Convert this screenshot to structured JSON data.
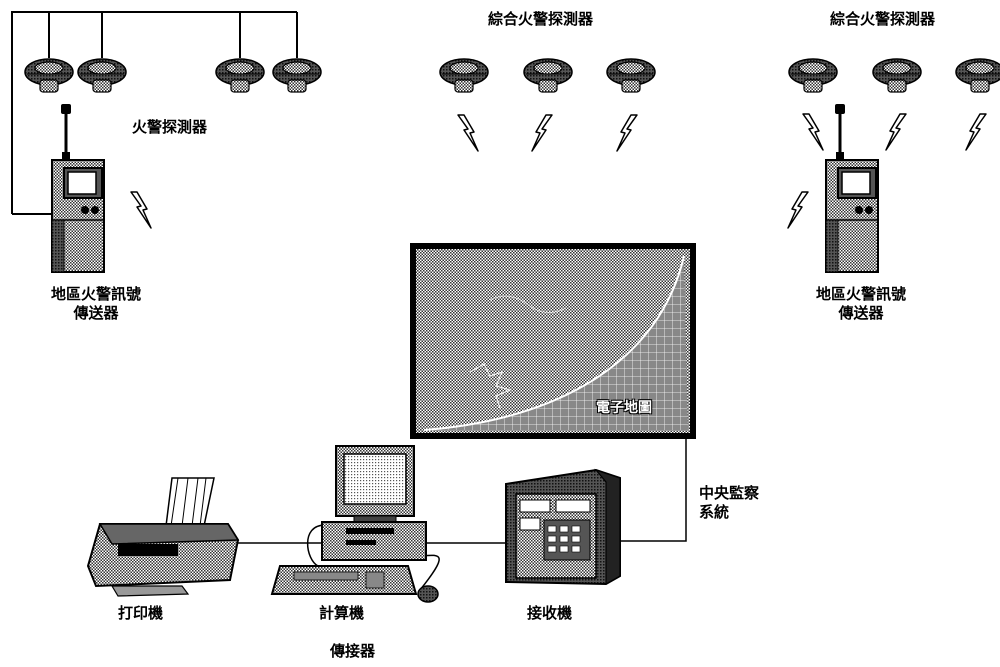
{
  "diagram": {
    "labels": {
      "fire_detector": "火警探測器",
      "combined_detector_top_center": "綜合火警探測器",
      "combined_detector_top_right": "綜合火警探測器",
      "local_transmitter_left": "地區火警訊號\n傳送器",
      "local_transmitter_right": "地區火警訊號\n傳送器",
      "electronic_map": "電子地圖",
      "central_monitoring": "中央監察\n系統",
      "printer": "打印機",
      "computer": "計算機",
      "receiver": "接收機",
      "transceiver": "傳接器"
    }
  }
}
